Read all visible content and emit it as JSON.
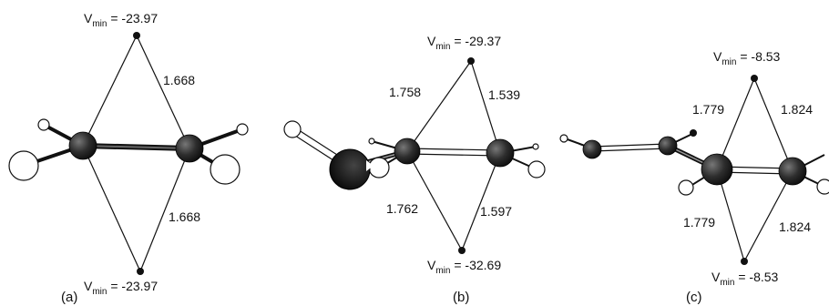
{
  "panels": [
    {
      "id": "a",
      "caption": "(a)",
      "vmin_top": {
        "symbol": "V",
        "subscript": "min",
        "value": " = -23.97"
      },
      "vmin_bottom": {
        "symbol": "V",
        "subscript": "min",
        "value": " = -23.97"
      },
      "distances": [
        "1.668",
        "1.668"
      ]
    },
    {
      "id": "b",
      "caption": "(b)",
      "vmin_top": {
        "symbol": "V",
        "subscript": "min",
        "value": " = -29.37"
      },
      "vmin_bottom": {
        "symbol": "V",
        "subscript": "min",
        "value": " = -32.69"
      },
      "distances": [
        "1.758",
        "1.539",
        "1.762",
        "1.597"
      ]
    },
    {
      "id": "c",
      "caption": "(c)",
      "vmin_top": {
        "symbol": "V",
        "subscript": "min",
        "value": " = -8.53"
      },
      "vmin_bottom": {
        "symbol": "V",
        "subscript": "min",
        "value": " = -8.53"
      },
      "distances": [
        "1.779",
        "1.824",
        "1.779",
        "1.824"
      ]
    }
  ],
  "colors": {
    "carbon": "#2b2b2b",
    "vmin_point": "#111111",
    "hydrogen_fill": "#ffffff",
    "line": "#111111"
  }
}
